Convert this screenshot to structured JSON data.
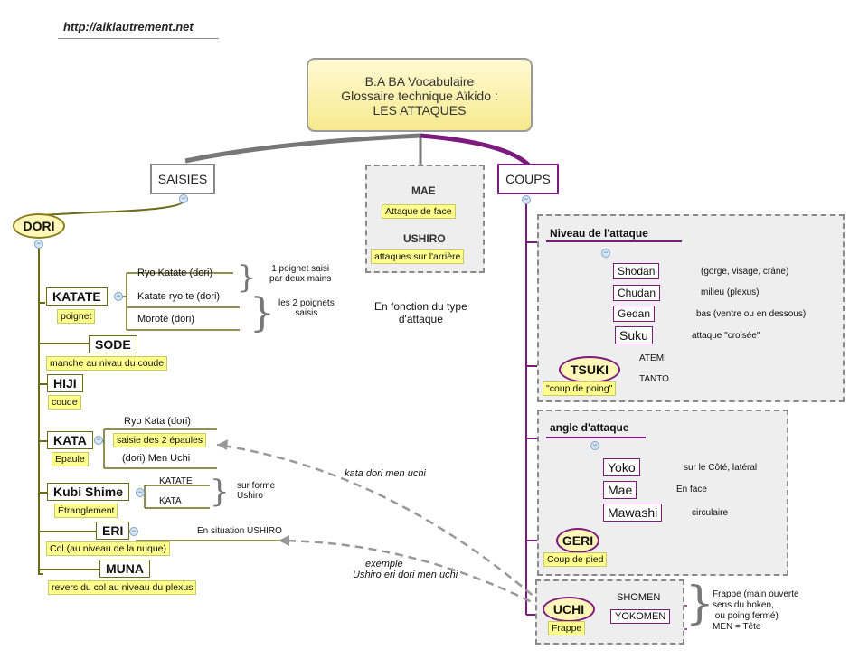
{
  "url": "http://aikiautrement.net",
  "title": {
    "line1": "B.A BA Vocabulaire",
    "line2": "Glossaire technique Aïkido :",
    "line3": "LES ATTAQUES"
  },
  "saisies": {
    "label": "SAISIES",
    "dori": "DORI",
    "katate": {
      "label": "KATATE",
      "gloss": "poignet",
      "items": [
        "Ryo Katate (dori)",
        "Katate ryo te (dori)",
        "Morote (dori)"
      ],
      "note1": "1 poignet saisi\npar deux mains",
      "note2": "les 2 poignets\nsaisis"
    },
    "sode": {
      "label": "SODE",
      "gloss": "manche au nivau du coude"
    },
    "hiji": {
      "label": "HIJI",
      "gloss": "coude"
    },
    "kata": {
      "label": "KATA",
      "gloss": "Epaule",
      "items": [
        "Ryo Kata (dori)",
        "saisie des 2 épaules",
        "(dori) Men Uchi"
      ]
    },
    "kubi": {
      "label": "Kubi Shime",
      "gloss": "Étranglement",
      "items": [
        "KATATE",
        "KATA"
      ],
      "note": "sur forme\nUshiro"
    },
    "eri": {
      "label": "ERI",
      "gloss": "Col (au niveau de la nuque)",
      "note": "En situation USHIRO"
    },
    "muna": {
      "label": "MUNA",
      "gloss": "revers du col au niveau du plexus"
    }
  },
  "type_attaque": {
    "mae": "MAE",
    "mae_gloss": "Attaque de face",
    "ushiro": "USHIRO",
    "ushiro_gloss": "attaques sur l'arrière",
    "caption": "En fonction du type\nd'attaque"
  },
  "coups": {
    "label": "COUPS",
    "niveau": {
      "title": "Niveau de l'attaque",
      "items": [
        {
          "name": "Shodan",
          "desc": "(gorge, visage, crâne)"
        },
        {
          "name": "Chudan",
          "desc": "milieu (plexus)"
        },
        {
          "name": "Gedan",
          "desc": "bas (ventre ou en dessous)"
        },
        {
          "name": "Suku",
          "desc": "attaque \"croisée\""
        }
      ]
    },
    "tsuki": {
      "label": "TSUKI",
      "gloss": "\"coup de poing\"",
      "items": [
        "ATEMI",
        "TANTO"
      ]
    },
    "angle": {
      "title": "angle d'attaque",
      "items": [
        {
          "name": "Yoko",
          "desc": "sur le Côté, latéral"
        },
        {
          "name": "Mae",
          "desc": "En face"
        },
        {
          "name": "Mawashi",
          "desc": "circulaire"
        }
      ]
    },
    "geri": {
      "label": "GERI",
      "gloss": "Coup de pied"
    },
    "uchi": {
      "label": "UCHI",
      "gloss": "Frappe",
      "items": [
        "SHOMEN",
        "YOKOMEN"
      ],
      "note": "Frappe (main ouverte\nsens du boken,\n ou poing fermé)\nMEN = Tête"
    }
  },
  "links": {
    "kata": "kata dori men uchi",
    "eri1": "exemple",
    "eri2": "Ushiro eri dori men uchi"
  }
}
